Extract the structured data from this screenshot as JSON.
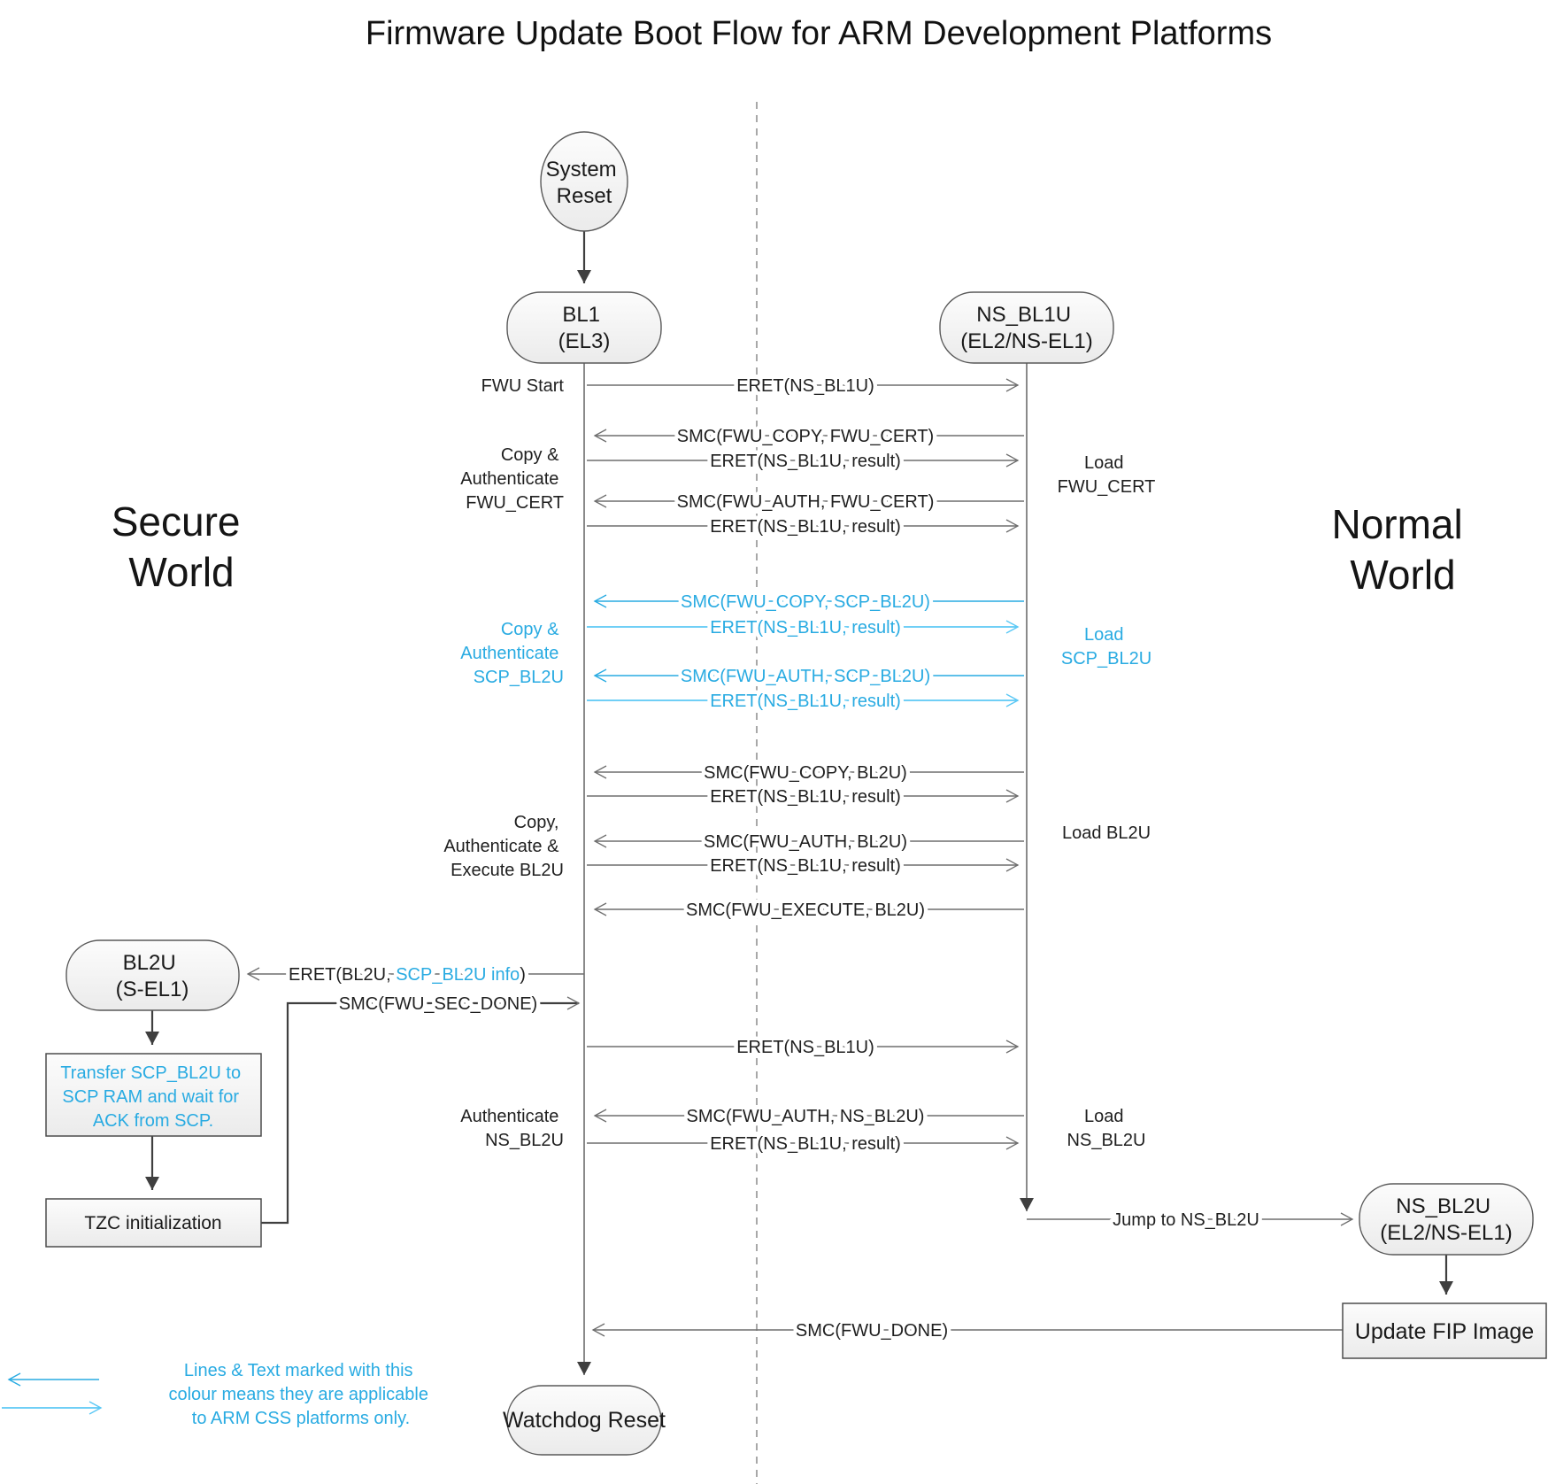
{
  "title": "Firmware Update Boot Flow for ARM Development Platforms",
  "colors": {
    "accent_blue": "#29ABE2",
    "accent_blue_light": "#5BC8F5",
    "message_line_gray": "#6e6e6e",
    "flow_line_dark": "#3f3f3f"
  },
  "regions": {
    "secure": {
      "l1": "Secure",
      "l2": "World"
    },
    "normal": {
      "l1": "Normal",
      "l2": "World"
    }
  },
  "nodes": {
    "system_reset": {
      "l1": "System",
      "l2": "Reset"
    },
    "bl1": {
      "l1": "BL1",
      "l2": "(EL3)"
    },
    "ns_bl1u": {
      "l1": "NS_BL1U",
      "l2": "(EL2/NS-EL1)"
    },
    "bl2u": {
      "l1": "BL2U",
      "l2": "(S-EL1)"
    },
    "transfer": {
      "l1": "Transfer SCP_BL2U to",
      "l2": "SCP RAM and wait for",
      "l3": "ACK from SCP."
    },
    "tzc": {
      "label": "TZC initialization"
    },
    "ns_bl2u": {
      "l1": "NS_BL2U",
      "l2": "(EL2/NS-EL1)"
    },
    "update_fip": {
      "label": "Update FIP Image"
    },
    "watchdog": {
      "label": "Watchdog Reset"
    }
  },
  "messages": {
    "eret_start": "ERET(NS_BL1U)",
    "smc_copy_fwu_cert": "SMC(FWU_COPY, FWU_CERT)",
    "eret_result1": "ERET(NS_BL1U, result)",
    "smc_auth_fwu_cert": "SMC(FWU_AUTH, FWU_CERT)",
    "eret_result2": "ERET(NS_BL1U, result)",
    "smc_copy_scp": "SMC(FWU_COPY, SCP_BL2U)",
    "eret_result3": "ERET(NS_BL1U, result)",
    "smc_auth_scp": "SMC(FWU_AUTH, SCP_BL2U)",
    "eret_result4": "ERET(NS_BL1U, result)",
    "smc_copy_bl2u": "SMC(FWU_COPY, BL2U)",
    "eret_result5": "ERET(NS_BL1U, result)",
    "smc_auth_bl2u": "SMC(FWU_AUTH, BL2U)",
    "eret_result6": "ERET(NS_BL1U, result)",
    "smc_execute": "SMC(FWU_EXECUTE, BL2U)",
    "eret_bl2u": {
      "p1": "ERET(BL2U, ",
      "p2": "SCP_BL2U info",
      "p3": ")"
    },
    "smc_sec_done": "SMC(FWU_SEC_DONE)",
    "eret_ns2": "ERET(NS_BL1U)",
    "smc_auth_nsbl2u": "SMC(FWU_AUTH, NS_BL2U)",
    "eret_result7": "ERET(NS_BL1U, result)",
    "jump": "Jump to NS_BL2U",
    "smc_done": "SMC(FWU_DONE)"
  },
  "side": {
    "fwu_start": "FWU Start",
    "copy_auth_cert": {
      "l1": "Copy &",
      "l2": "Authenticate",
      "l3": "FWU_CERT"
    },
    "load_cert": {
      "l1": "Load",
      "l2": "FWU_CERT"
    },
    "copy_auth_scp": {
      "l1": "Copy &",
      "l2": "Authenticate",
      "l3": "SCP_BL2U"
    },
    "load_scp": {
      "l1": "Load",
      "l2": "SCP_BL2U"
    },
    "copy_auth_exec": {
      "l1": "Copy,",
      "l2": "Authenticate &",
      "l3": "Execute BL2U"
    },
    "load_bl2u": "Load BL2U",
    "auth_nsbl2u": {
      "l1": "Authenticate",
      "l2": "NS_BL2U"
    },
    "load_nsbl2u": {
      "l1": "Load",
      "l2": "NS_BL2U"
    }
  },
  "legend": {
    "l1": "Lines & Text marked with this",
    "l2": "colour means they are applicable",
    "l3": "to ARM CSS platforms only."
  }
}
